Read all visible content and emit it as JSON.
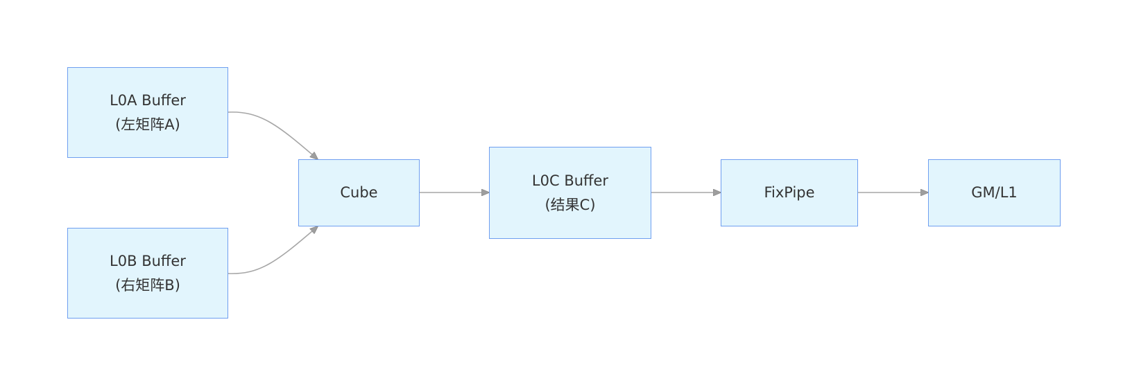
{
  "diagram": {
    "nodes": {
      "l0a": {
        "line1": "L0A Buffer",
        "line2": "(左矩阵A)"
      },
      "l0b": {
        "line1": "L0B Buffer",
        "line2": "(右矩阵B)"
      },
      "cube": {
        "label": "Cube"
      },
      "l0c": {
        "line1": "L0C Buffer",
        "line2": "(结果C)"
      },
      "fixpipe": {
        "label": "FixPipe"
      },
      "gm": {
        "label": "GM/L1"
      }
    },
    "edges": [
      {
        "from": "l0a",
        "to": "cube"
      },
      {
        "from": "l0b",
        "to": "cube"
      },
      {
        "from": "cube",
        "to": "l0c"
      },
      {
        "from": "l0c",
        "to": "fixpipe"
      },
      {
        "from": "fixpipe",
        "to": "gm"
      }
    ],
    "colors": {
      "node_fill": "#e2f5fd",
      "node_border": "#6e9ef0",
      "edge": "#a6a6a6",
      "arrowhead": "#9e9e9e",
      "text": "#333333"
    }
  }
}
